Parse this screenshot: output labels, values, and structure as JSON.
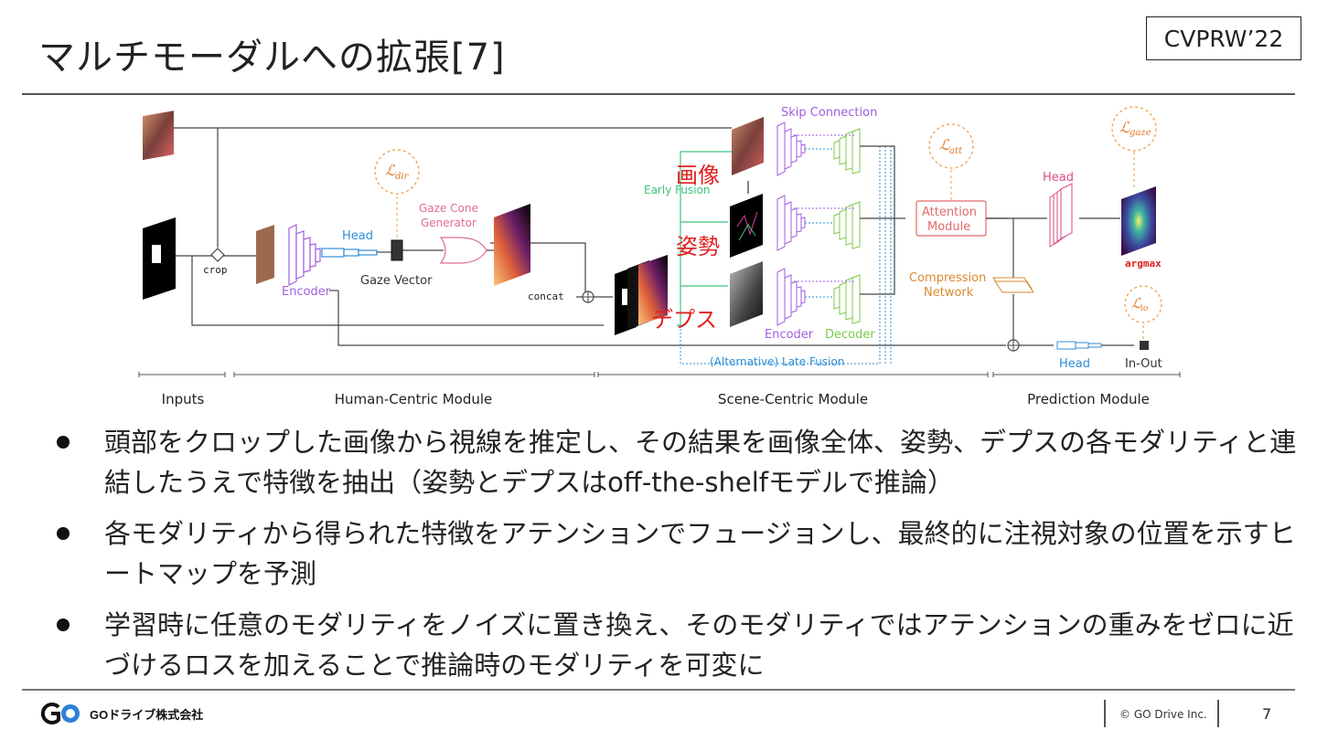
{
  "slide": {
    "title": "マルチモーダルへの拡張[7]",
    "venue": "CVPRW’22"
  },
  "diagram": {
    "sections": [
      "Inputs",
      "Human-Centric Module",
      "Scene-Centric Module",
      "Prediction Module"
    ],
    "labels": {
      "crop": "crop",
      "encoder": "Encoder",
      "head": "Head",
      "gaze_vector": "Gaze Vector",
      "gaze_cone_line1": "Gaze Cone",
      "gaze_cone_line2": "Generator",
      "concat": "concat",
      "early_fusion": "Early Fusion",
      "skip_connection": "Skip Connection",
      "scene_encoder": "Encoder",
      "decoder": "Decoder",
      "late_fusion": "(Alternative) Late Fusion",
      "attention_line1": "Attention",
      "attention_line2": "Module",
      "compression_line1": "Compression",
      "compression_line2": "Network",
      "pred_head": "Head",
      "argmax": "argmax",
      "io_head": "Head",
      "in_out": "In-Out"
    },
    "losses": {
      "dir": "dir",
      "att": "att",
      "gaze": "gaze",
      "io": "io"
    },
    "annotations": {
      "image": "画像",
      "pose": "姿勢",
      "depth": "デプス"
    }
  },
  "bullets": [
    "頭部をクロップした画像から視線を推定し、その結果を画像全体、姿勢、デプスの各モダリティと連結したうえで特徴を抽出（姿勢とデプスはoff-the-shelfモデルで推論）",
    "各モダリティから得られた特徴をアテンションでフュージョンし、最終的に注視対象の位置を示すヒートマップを予測",
    "学習時に任意のモダリティをノイズに置き換え、そのモダリティではアテンションの重みをゼロに近づけるロスを加えることで推論時のモダリティを可変に"
  ],
  "footer": {
    "brand": "GOドライブ株式会社",
    "copyright": "© GO Drive Inc.",
    "page": "7"
  },
  "colors": {
    "encoder": "#a25ee0",
    "decoder": "#7bc94a",
    "head": "#2f8fd6",
    "loss": "#f0a04b",
    "attention": "#e06a6a",
    "compression": "#d98a2e",
    "early_fusion": "#3cc47a",
    "late_fusion": "#2f8fd6",
    "pred_head": "#d94a86",
    "annotation": "#e02020"
  }
}
